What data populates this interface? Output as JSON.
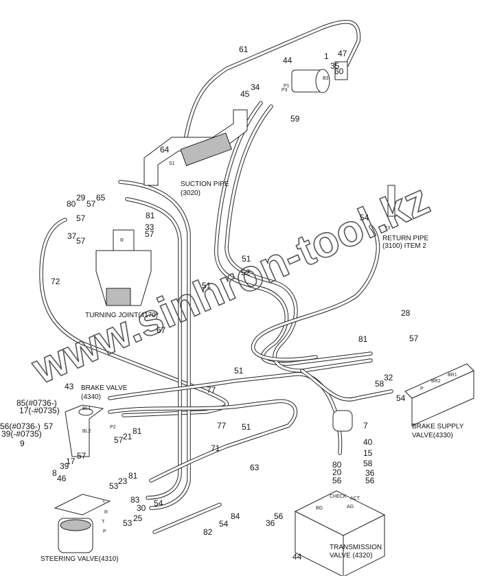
{
  "callouts": [
    "61",
    "44",
    "1",
    "47",
    "35",
    "60",
    "34",
    "45",
    "59",
    "64",
    "29",
    "80",
    "57",
    "65",
    "81",
    "57",
    "33",
    "57",
    "37",
    "57",
    "72",
    "51",
    "51",
    "52",
    "54",
    "67",
    "28",
    "57",
    "81",
    "51",
    "32",
    "58",
    "54",
    "77",
    "77",
    "7",
    "40",
    "15",
    "71",
    "63",
    "51",
    "58",
    "80",
    "20",
    "36",
    "56",
    "56",
    "43",
    "57",
    "57",
    "21",
    "81",
    "9",
    "57",
    "17",
    "39",
    "8",
    "46",
    "53",
    "23",
    "81",
    "83",
    "30",
    "54",
    "53",
    "25",
    "82",
    "54",
    "84",
    "56",
    "36",
    "44",
    "85(#0736-)",
    "17(-#0735)",
    "56(#0736-)",
    "39(-#0735)"
  ],
  "captions": {
    "suction_pipe": [
      "SUCTION PIPE",
      "(3020)"
    ],
    "turning_joint": "TURNING JOINT(4170)",
    "brake_valve": [
      "BRAKE VALVE",
      "(4340)"
    ],
    "return_pipe": [
      "RETURN PIPE",
      "(3100) ITEM 2"
    ],
    "brake_supply_valve": [
      "BRAKE SUPPLY",
      "VALVE(4330)"
    ],
    "steering_valve": "STEERING VALVE(4310)",
    "transmission_valve": [
      "TRANSMISSION",
      "VALVE (4320)"
    ]
  },
  "ports": [
    "S1",
    "P1",
    "P2",
    "BL1",
    "BL2",
    "P3",
    "B3",
    "R",
    "T3",
    "BR1",
    "BR2",
    "P",
    "CHECK",
    "ACT",
    "AG",
    "BG",
    "L",
    "R",
    "T",
    "P"
  ],
  "watermark": "www.sinhron-tool.kz"
}
